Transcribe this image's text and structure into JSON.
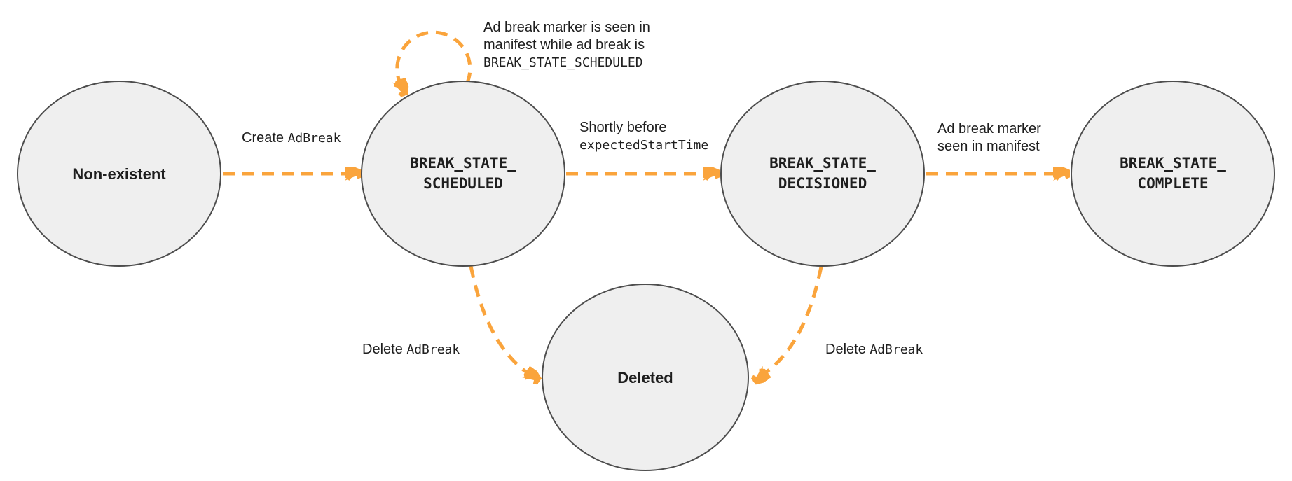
{
  "colors": {
    "arrow": "#FAA43C",
    "node_fill": "#EFEFEF",
    "node_border": "#4D4D4D",
    "text": "#1E1E1E"
  },
  "nodes": {
    "non_existent": {
      "label": "Non-existent"
    },
    "scheduled": {
      "line1": "BREAK_STATE_",
      "line2": "SCHEDULED"
    },
    "decisioned": {
      "line1": "BREAK_STATE_",
      "line2": "DECISIONED"
    },
    "complete": {
      "line1": "BREAK_STATE_",
      "line2": "COMPLETE"
    },
    "deleted": {
      "label": "Deleted"
    }
  },
  "edges": {
    "create": {
      "plain": "Create ",
      "code": "AdBreak"
    },
    "self_loop": {
      "line1": "Ad break marker is seen in",
      "line2": "manifest while ad break is",
      "line3_code": "BREAK_STATE_SCHEDULED"
    },
    "before_start": {
      "plain": "Shortly before",
      "code": "expectedStartTime"
    },
    "marker_seen": {
      "line1": "Ad break marker",
      "line2": "seen in manifest"
    },
    "delete_scheduled": {
      "plain": "Delete ",
      "code": "AdBreak"
    },
    "delete_decisioned": {
      "plain": "Delete ",
      "code": "AdBreak"
    }
  }
}
